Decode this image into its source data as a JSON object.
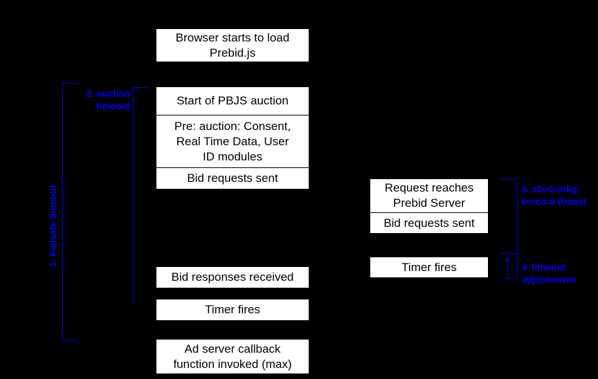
{
  "diagram": {
    "title": "Prebid.js timeout sequence diagram",
    "background_color": "#000000",
    "box_fill_color": "#ffffff",
    "box_text_color": "#000000",
    "annotation_color": "#0000ee"
  },
  "client_column": {
    "browser_box": {
      "line1": "Browser starts to load",
      "line2": "Prebid.js"
    },
    "auction_stack": [
      {
        "label": "Start of PBJS auction"
      },
      {
        "line1": "Pre: auction: Consent,",
        "line2": "Real Time Data, User",
        "line3": "ID modules"
      },
      {
        "label": "Bid requests sent"
      }
    ],
    "bid_responses_box": {
      "label": "Bid responses received"
    },
    "timer_fires_box": {
      "label": "Timer fires"
    },
    "ad_server_box": {
      "line1": "Ad server callback",
      "line2": "function invoked (max)"
    }
  },
  "server_column": {
    "server_stack": [
      {
        "line1": "Request reaches",
        "line2": "Prebid Server"
      },
      {
        "label": "Bid requests sent"
      }
    ],
    "timer_fires_box": {
      "label": "Timer fires"
    }
  },
  "annotations": {
    "failsafe": {
      "label": "1. Failsafe timeout"
    },
    "auction_timeout": {
      "line1": "2. auction",
      "line2": "timeout"
    },
    "s2s_config": {
      "line1": "3. s2sConfig",
      "line2": "timeout (tmax)"
    },
    "timeout_adjustments": {
      "line1": "4. timeout",
      "line2": "adjustments"
    }
  }
}
